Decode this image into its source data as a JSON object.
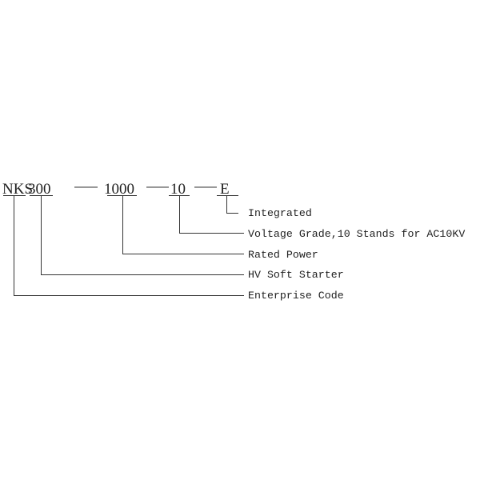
{
  "model_code": {
    "segments": [
      "NKS",
      "300",
      "1000",
      "10",
      "E"
    ]
  },
  "legend": [
    {
      "segment": "E",
      "label": "Integrated"
    },
    {
      "segment": "10",
      "label": "Voltage Grade,10 Stands for AC10KV"
    },
    {
      "segment": "1000",
      "label": "Rated Power"
    },
    {
      "segment": "300",
      "label": "HV Soft Starter"
    },
    {
      "segment": "NKS",
      "label": "Enterprise Code"
    }
  ]
}
